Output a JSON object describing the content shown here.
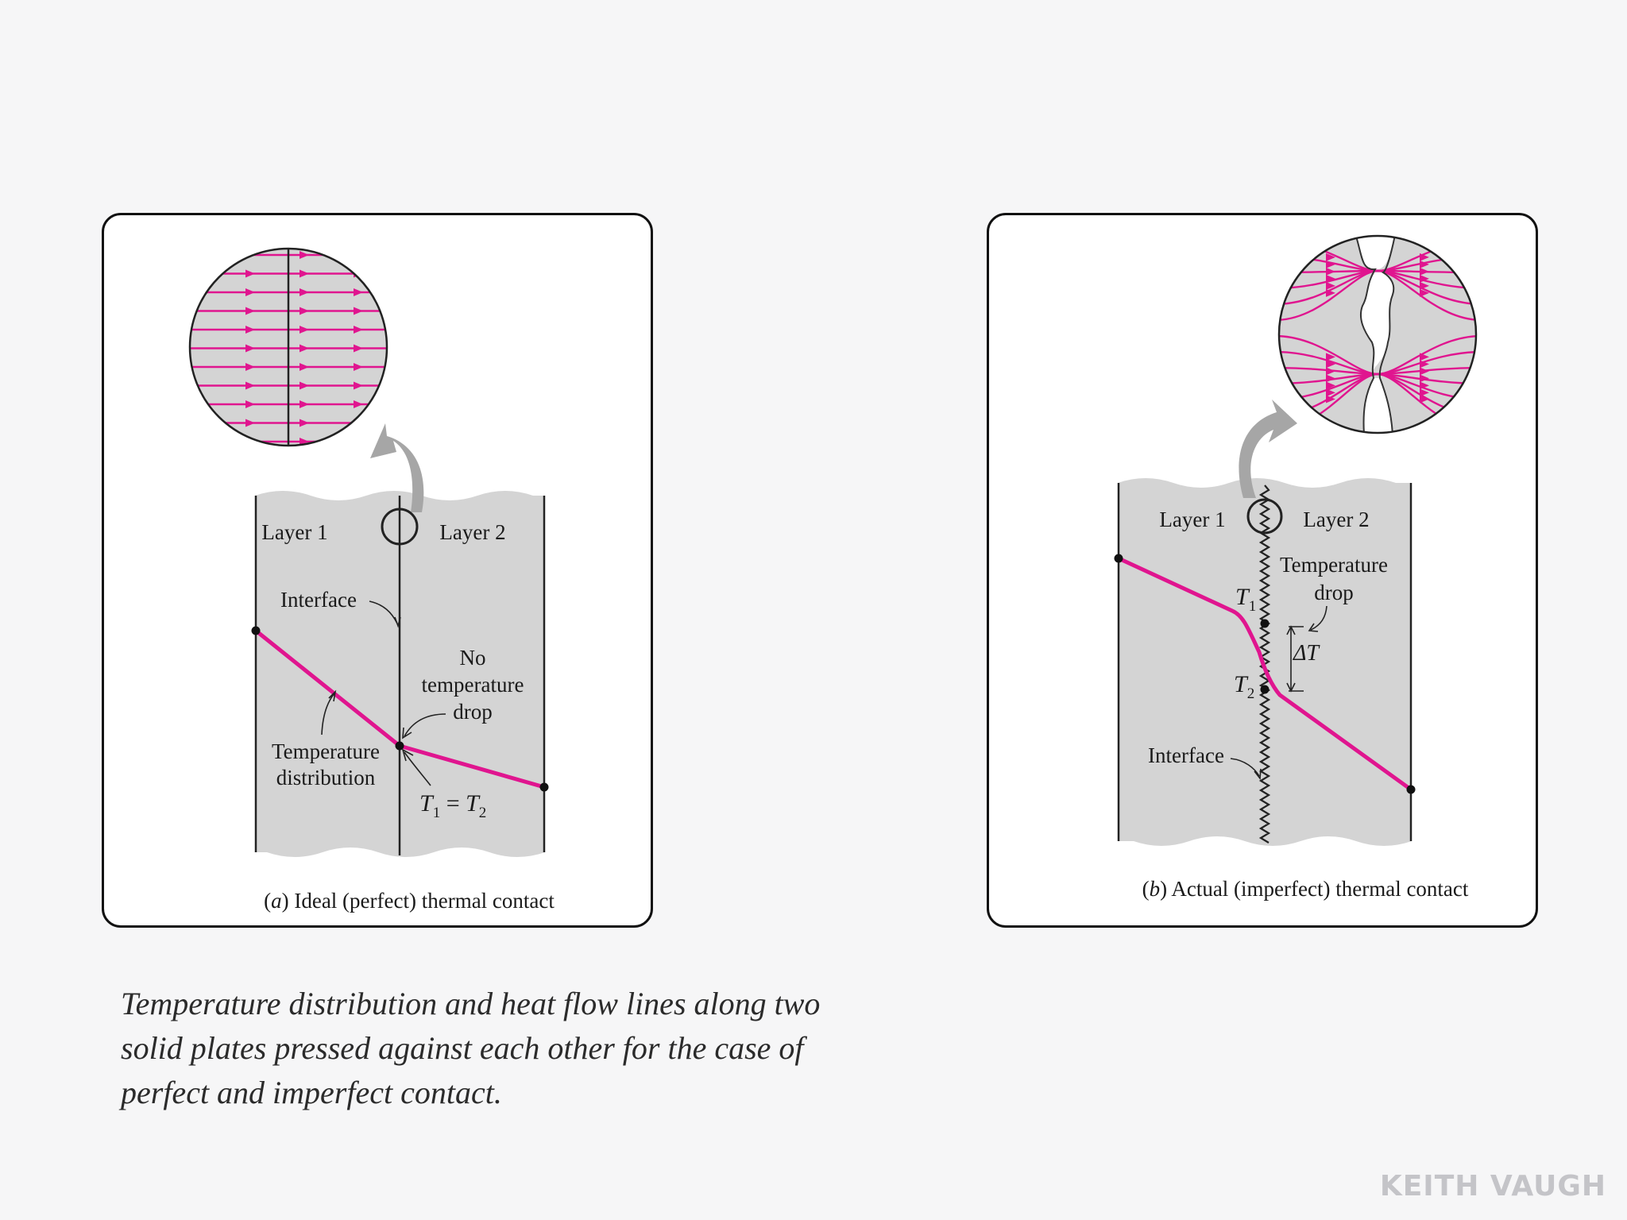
{
  "colors": {
    "background": "#f6f6f7",
    "accent": "#e0158f",
    "plate_fill": "#d4d4d4",
    "frame": "#111111"
  },
  "panel_a": {
    "layer1": "Layer 1",
    "layer2": "Layer 2",
    "interface": "Interface",
    "no_drop_line1": "No",
    "no_drop_line2": "temperature",
    "no_drop_line3": "drop",
    "temp_dist_line1": "Temperature",
    "temp_dist_line2": "distribution",
    "t_eq": {
      "t1": "T",
      "sub1": "1",
      "eq": " = ",
      "t2": "T",
      "sub2": "2"
    },
    "caption": {
      "letter": "a",
      "text": " Ideal (perfect) thermal contact"
    }
  },
  "panel_b": {
    "layer1": "Layer 1",
    "layer2": "Layer 2",
    "temp_drop_line1": "Temperature",
    "temp_drop_line2": "drop",
    "t1": {
      "t": "T",
      "sub": "1"
    },
    "t2": {
      "t": "T",
      "sub": "2"
    },
    "delta_t": "ΔT",
    "interface": "Interface",
    "caption": {
      "letter": "b",
      "text": " Actual (imperfect) thermal contact"
    }
  },
  "caption": "Temperature distribution and heat flow lines along two solid plates pressed against each other for the case of perfect and imperfect contact.",
  "watermark": "KEITH VAUGH"
}
